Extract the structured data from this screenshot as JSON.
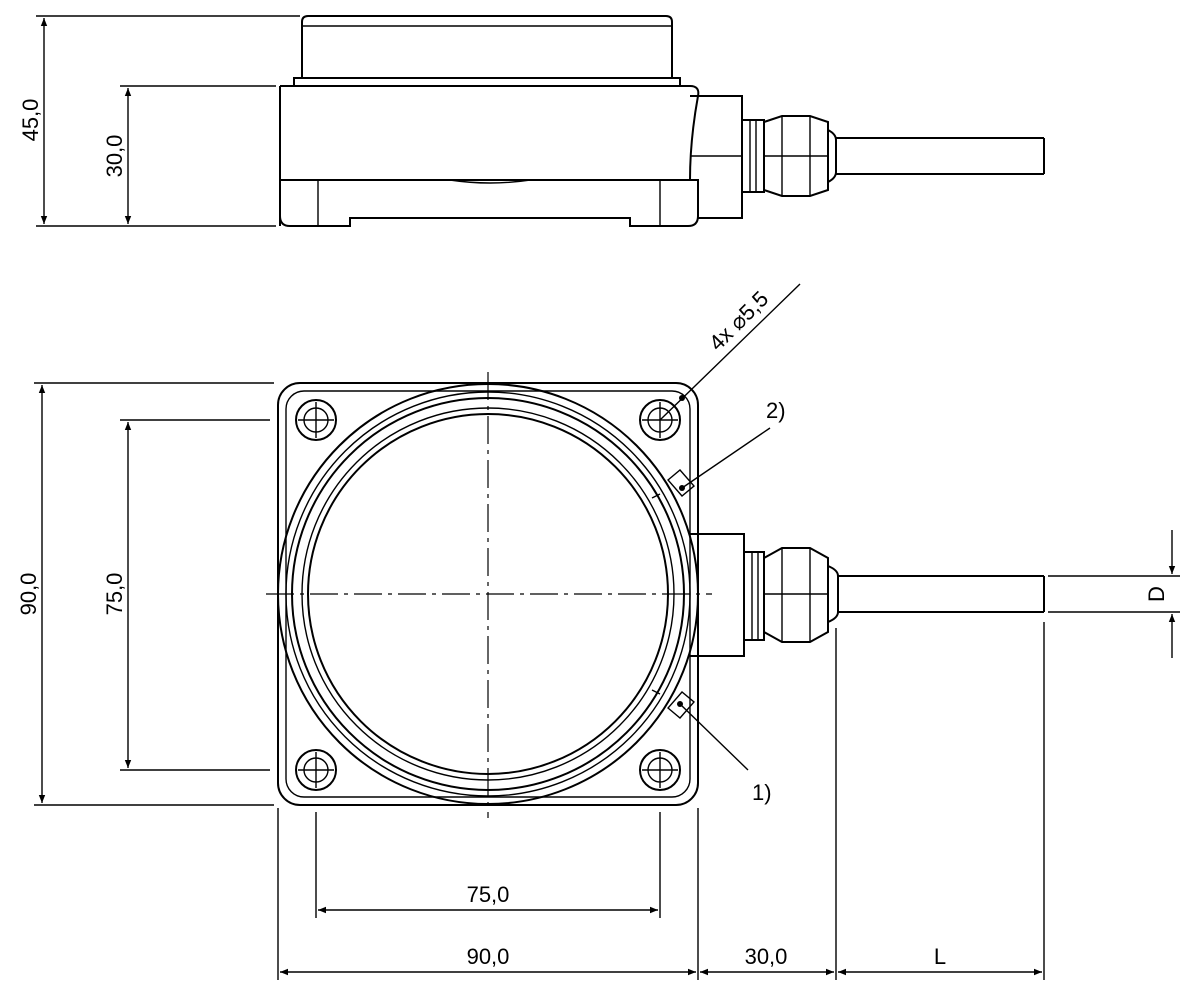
{
  "dimensions": {
    "side_height_total": "45,0",
    "side_height_body": "30,0",
    "top_height": "90,0",
    "top_hole_spacing_v": "75,0",
    "bottom_hole_spacing_h": "75,0",
    "bottom_width": "90,0",
    "bottom_connector": "30,0",
    "cable_length": "L",
    "cable_diameter": "D",
    "hole_spec": "4x ⌀5,5"
  },
  "callouts": {
    "one": "1)",
    "two": "2)"
  }
}
